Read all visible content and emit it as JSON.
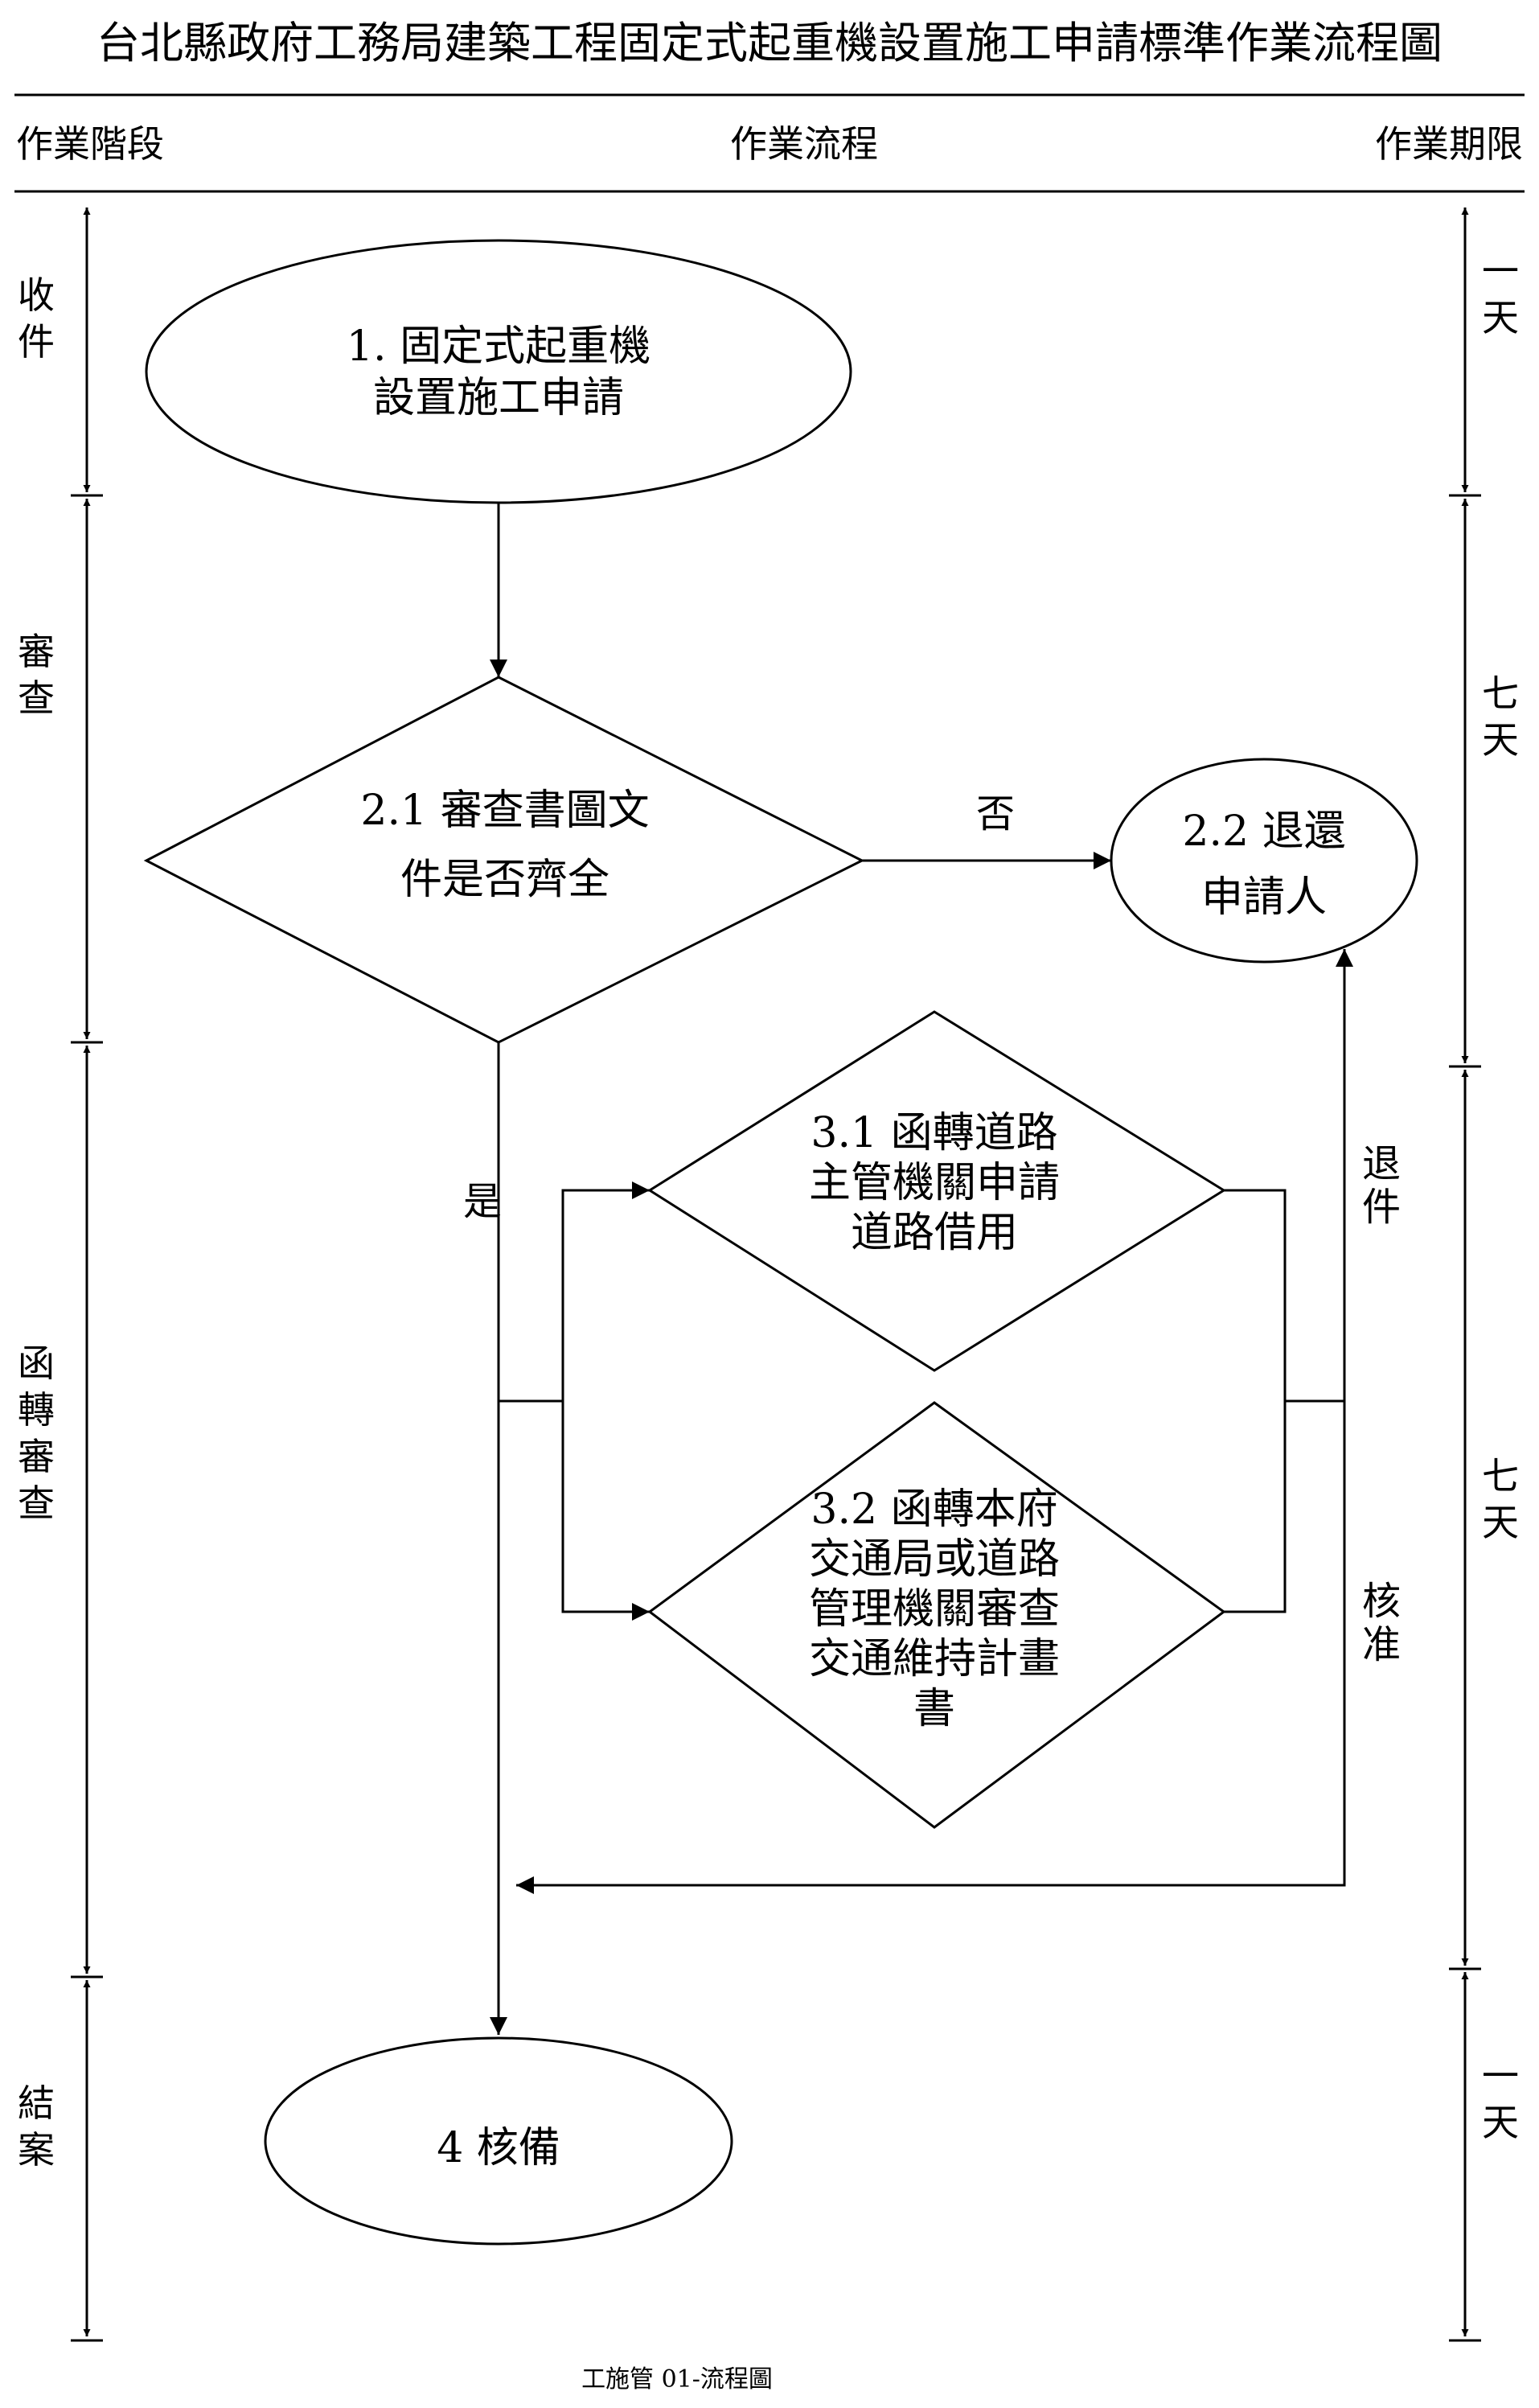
{
  "title": "台北縣政府工務局建築工程固定式起重機設置施工申請標準作業流程圖",
  "headers": {
    "stage": "作業階段",
    "flow": "作業流程",
    "period": "作業期限"
  },
  "stages": [
    {
      "name": "收件"
    },
    {
      "name": "審查"
    },
    {
      "name": "函轉審查"
    },
    {
      "name": "結案"
    }
  ],
  "periods": [
    {
      "name": "一天"
    },
    {
      "name": "七天"
    },
    {
      "name": "七天"
    },
    {
      "name": "一天"
    }
  ],
  "nodes": {
    "n1": {
      "lines": [
        "1.  固定式起重機",
        "設置施工申請"
      ]
    },
    "n21": {
      "lines": [
        "2.1 審查書圖文",
        "件是否齊全"
      ]
    },
    "n22": {
      "lines": [
        "2.2 退還",
        "申請人"
      ]
    },
    "n31": {
      "lines": [
        "3.1 函轉道路",
        "主管機關申請",
        "道路借用"
      ]
    },
    "n32": {
      "lines": [
        "3.2 函轉本府",
        "交通局或道路",
        "管理機關審查",
        "交通維持計畫",
        "書"
      ]
    },
    "n4": {
      "lines": [
        "4 核備"
      ]
    }
  },
  "edge_labels": {
    "no": "否",
    "yes": "是",
    "reject": "退件",
    "approve": "核准"
  },
  "footer": "工施管 01-流程圖"
}
